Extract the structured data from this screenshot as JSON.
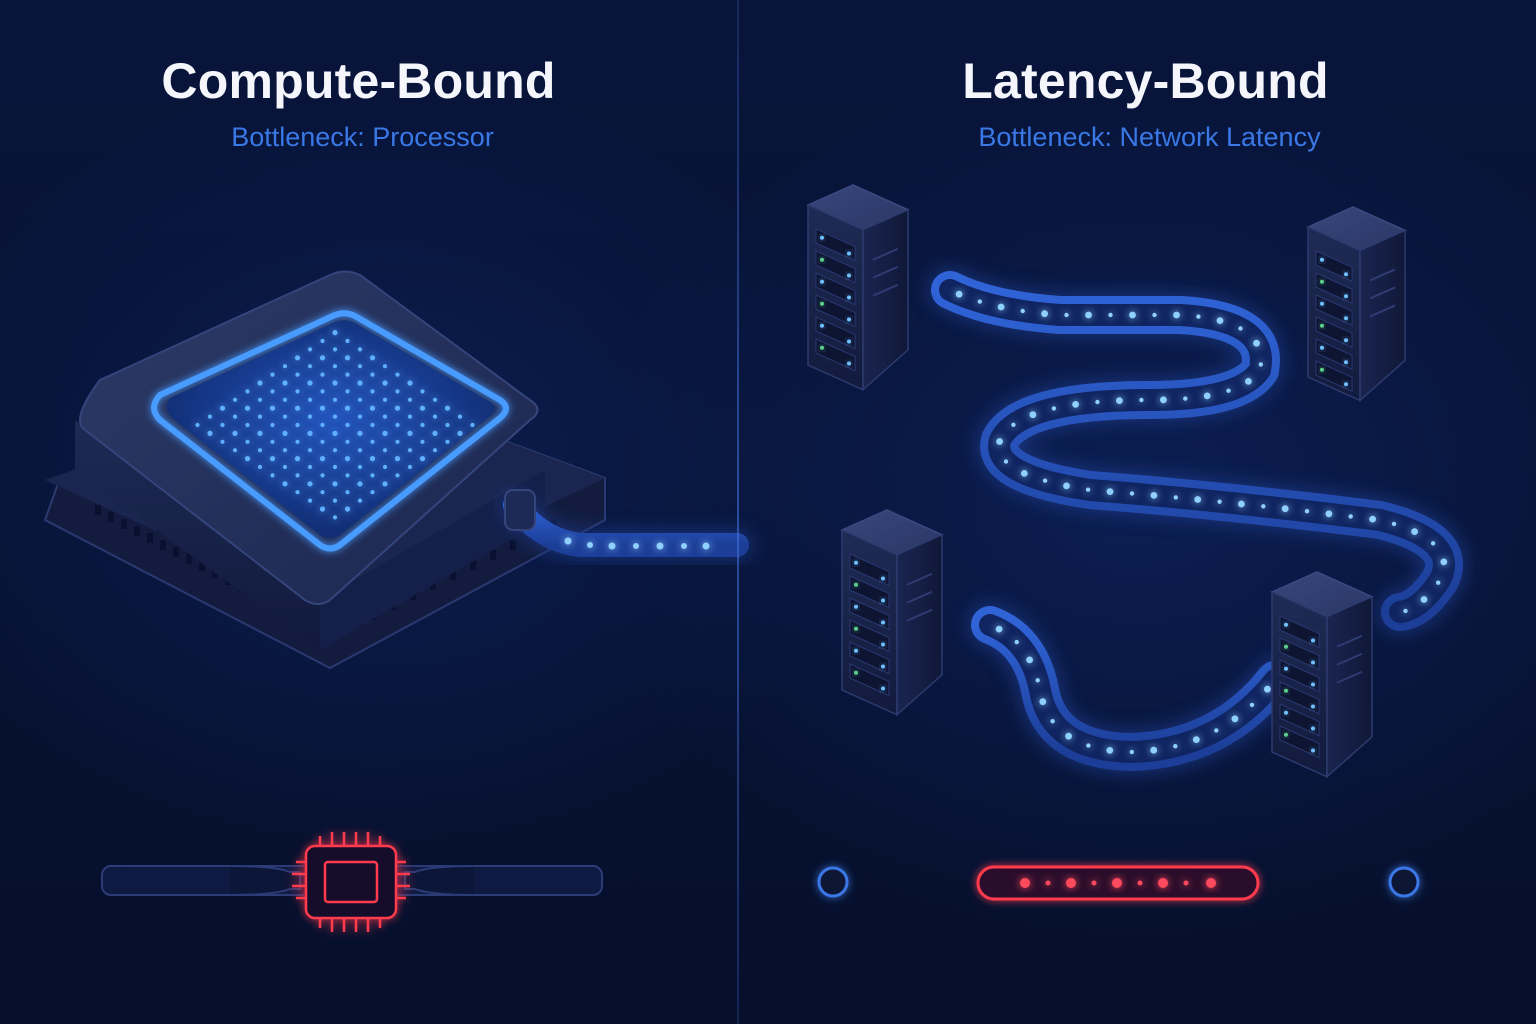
{
  "panels": [
    {
      "title": "Compute-Bound",
      "subtitle": "Bottleneck: Processor",
      "illustration_icon": "processor-chip-icon",
      "indicator_icon": "cpu-bottleneck-icon"
    },
    {
      "title": "Latency-Bound",
      "subtitle": "Bottleneck: Network Latency",
      "illustration_icon": "server-rack-icon",
      "indicator_icon": "latency-bottleneck-icon"
    }
  ],
  "colors": {
    "background": "#07122e",
    "accent_blue": "#3a78e6",
    "glow_blue": "#4a9cff",
    "bottleneck_red": "#ff3b4e",
    "title_text": "#f4f6fb"
  }
}
